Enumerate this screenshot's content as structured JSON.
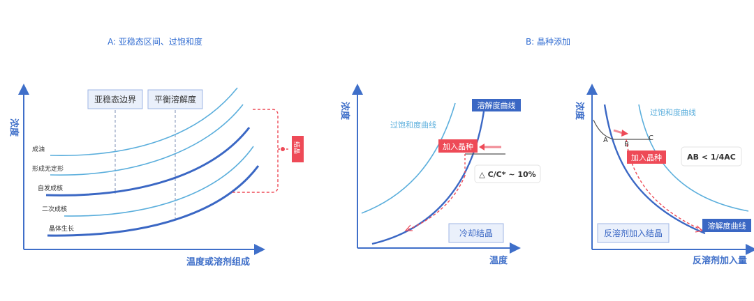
{
  "colors": {
    "axis": "#3f6fc9",
    "dark_curve": "#3a67c4",
    "light_curve": "#5aaedc",
    "red": "#ee4a57",
    "label_box_fill": "#eaf0fb",
    "label_box_stroke": "#9fb6e4",
    "text_dark": "#333333",
    "title_blue": "#2f6bd1"
  },
  "panel_a": {
    "title": "A: 亚稳态区间、过饱和度",
    "y_axis_label": "浓度",
    "x_axis_label": "温度或溶剂组成",
    "box_metastable": "亚稳态边界",
    "box_equilibrium": "平衡溶解度",
    "curve_labels": [
      "成油",
      "形成无定形",
      "自发成核",
      "二次成核",
      "晶体生长"
    ],
    "side_tag": "结晶"
  },
  "panel_b_title": "B: 晶种添加",
  "panel_b1": {
    "y_axis_label": "浓度",
    "x_axis_label": "温度",
    "supersat_label": "过饱和度曲线",
    "solubility_label": "溶解度曲线",
    "seed_label": "加入晶种",
    "delta_label": "△ C/C* ~ 10%",
    "mode_label": "冷却结晶"
  },
  "panel_b2": {
    "y_axis_label": "浓度",
    "x_axis_label": "反溶剂加入量",
    "supersat_label": "过饱和度曲线",
    "solubility_label": "溶解度曲线",
    "seed_label": "加入晶种",
    "ratio_label": "AB < 1/4AC",
    "point_a": "A",
    "point_b": "B",
    "point_c": "C",
    "mode_label": "反溶剂加入结晶"
  }
}
